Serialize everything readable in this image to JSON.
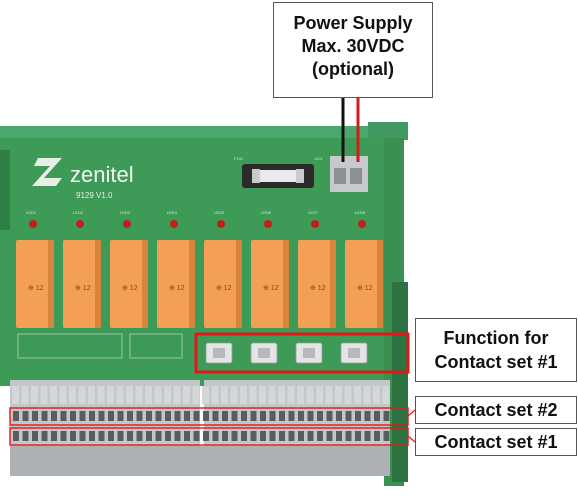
{
  "callouts": {
    "power_supply": {
      "line1": "Power Supply",
      "line2": "Max. 30VDC",
      "line3": "(optional)"
    },
    "function": {
      "line1": "Function for",
      "line2": "Contact set #1"
    },
    "contact_set_2": "Contact set #2",
    "contact_set_1": "Contact set #1"
  },
  "board": {
    "brand": "zenitel",
    "model": "9129 V1.0",
    "relay_marking": "⊕ 12",
    "relay_count": 8,
    "led_labels": [
      "LED1",
      "LED2",
      "LED3",
      "LED4",
      "LED5",
      "LED6",
      "LED7",
      "LED8"
    ],
    "fuse_label_left": "F101",
    "fuse_label_right": "J101",
    "colors": {
      "pcb": "#3e9a57",
      "pcb_dark": "#2f7e45",
      "rail": "#45a86a",
      "relay": "#f3a056",
      "relay_dark": "#d9843b",
      "led": "#c0201a",
      "terminal": "#b9bcbe",
      "highlight": "#e01818"
    }
  }
}
